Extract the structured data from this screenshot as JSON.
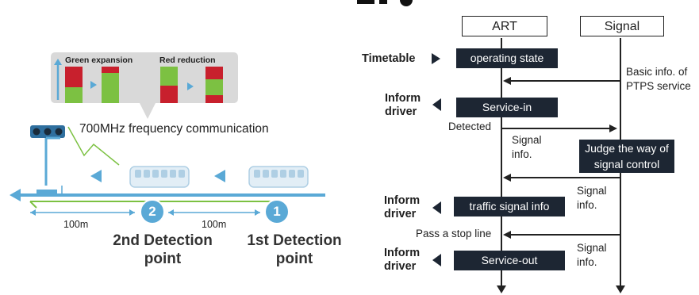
{
  "left_panel": {
    "phase_labels": [
      "Green expansion",
      "Red reduction"
    ],
    "comm_label": "700MHz frequency communication",
    "distances": [
      "100m",
      "100m"
    ],
    "markers": [
      "2",
      "1"
    ],
    "detection_points": [
      {
        "line1": "2nd Detection",
        "line2": "point"
      },
      {
        "line1": "1st Detection",
        "line2": "point"
      }
    ],
    "colors": {
      "accent_blue": "#5aa9d6",
      "green": "#7cc142",
      "red": "#c8202d",
      "bubble": "#d9d9d9"
    }
  },
  "sequence": {
    "headers": [
      "ART",
      "Signal"
    ],
    "side_labels": [
      {
        "line1": "Timetable",
        "line2": ""
      },
      {
        "line1": "Inform",
        "line2": "driver"
      },
      {
        "line1": "Inform",
        "line2": "driver"
      },
      {
        "line1": "Inform",
        "line2": "driver"
      }
    ],
    "boxes": [
      "operating state",
      "Service-in",
      "Judge the way of signal control",
      "traffic signal info",
      "Service-out"
    ],
    "notes": {
      "basic_info": "Basic info. of PTPS service",
      "detected": "Detected",
      "signal_info_1": "Signal info.",
      "signal_info_2": "Signal info.",
      "pass_stop_line": "Pass a stop line",
      "signal_info_3": "Signal info."
    }
  }
}
